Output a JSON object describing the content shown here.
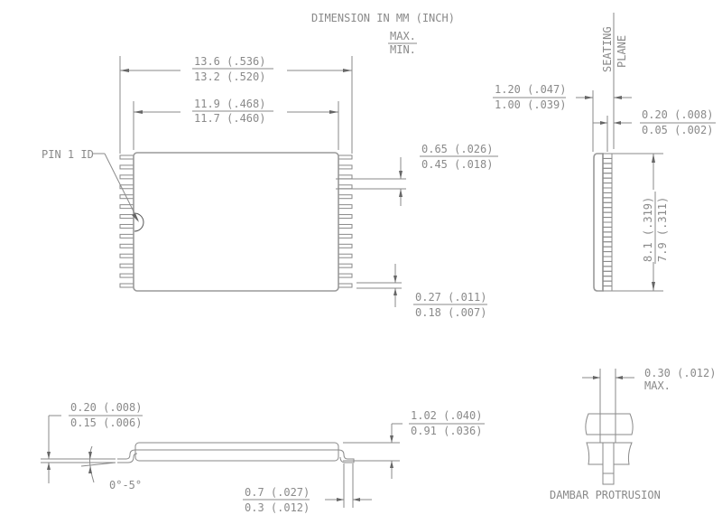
{
  "header": {
    "title": "DIMENSION IN MM (INCH)",
    "legend_max": "MAX.",
    "legend_min": "MIN."
  },
  "top_view": {
    "pin1_label": "PIN 1 ID",
    "pins_per_side": 14,
    "overall_length": {
      "max": "13.6 (.536)",
      "min": "13.2 (.520)"
    },
    "body_length": {
      "max": "11.9 (.468)",
      "min": "11.7 (.460)"
    },
    "pin_pitch": {
      "max": "0.65 (.026)",
      "min": "0.45 (.018)"
    },
    "lead_width": {
      "max": "0.27 (.011)",
      "min": "0.18 (.007)"
    }
  },
  "end_view": {
    "seating_label_1": "SEATING",
    "seating_label_2": "PLANE",
    "height": {
      "max": "1.20 (.047)",
      "min": "1.00 (.039)"
    },
    "standoff": {
      "max": "0.20 (.008)",
      "min": "0.05 (.002)"
    },
    "body_width": {
      "max": "8.1 (.319)",
      "min": "7.9 (.311)"
    }
  },
  "side_view": {
    "lead_thickness": {
      "max": "0.20 (.008)",
      "min": "0.15 (.006)"
    },
    "lead_angle": "0°-5°",
    "body_thickness": {
      "max": "1.02 (.040)",
      "min": "0.91 (.036)"
    },
    "foot_length": {
      "max": "0.7 (.027)",
      "min": "0.3 (.012)"
    }
  },
  "dambar": {
    "value": "0.30 (.012)",
    "note": "MAX.",
    "caption": "DAMBAR PROTRUSION"
  }
}
